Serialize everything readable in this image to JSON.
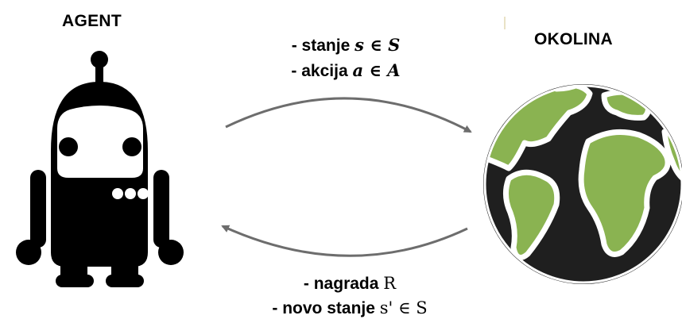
{
  "agent": {
    "title": "AGENT"
  },
  "environment": {
    "title": "OKOLINA"
  },
  "action_arrow": {
    "line1_prefix": "- stanje ",
    "line1_math": "s ∈ S",
    "line2_prefix": "- akcija ",
    "line2_math": "a ∈ A"
  },
  "feedback_arrow": {
    "line1_prefix": "- nagrada ",
    "line1_math": "R",
    "line2_prefix": "- novo stanje ",
    "line2_math": "s' ∈ S"
  },
  "colors": {
    "robot": "#000000",
    "globe_land": "#8ab351",
    "globe_ocean": "#1f1f1f",
    "arrow": "#6d6d6d"
  }
}
